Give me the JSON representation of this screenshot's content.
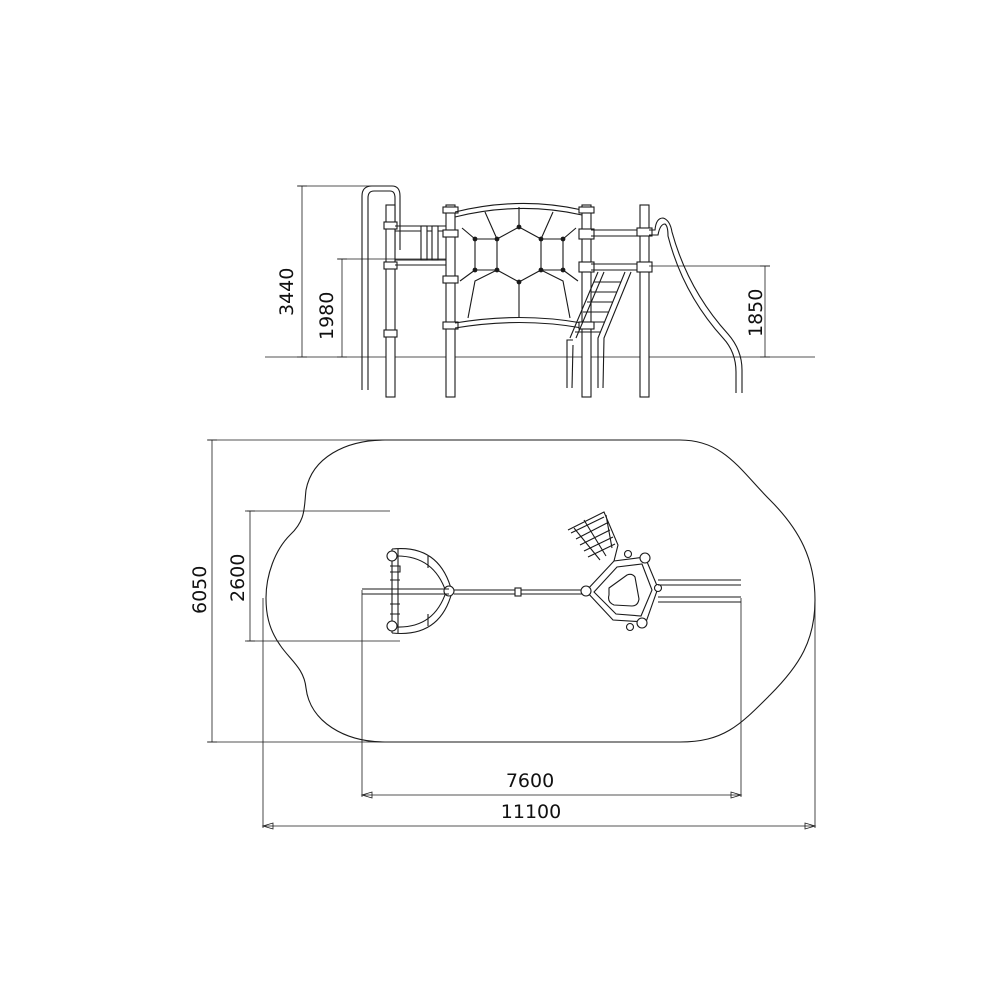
{
  "dimensions": {
    "height_total": "3440",
    "height_platform_high": "1980",
    "height_platform_low": "1850",
    "plan_depth_total": "6050",
    "plan_depth_equipment": "2600",
    "plan_length_equipment": "7600",
    "plan_length_total": "11100"
  },
  "colors": {
    "line": "#1a1a1a",
    "background": "#ffffff"
  }
}
